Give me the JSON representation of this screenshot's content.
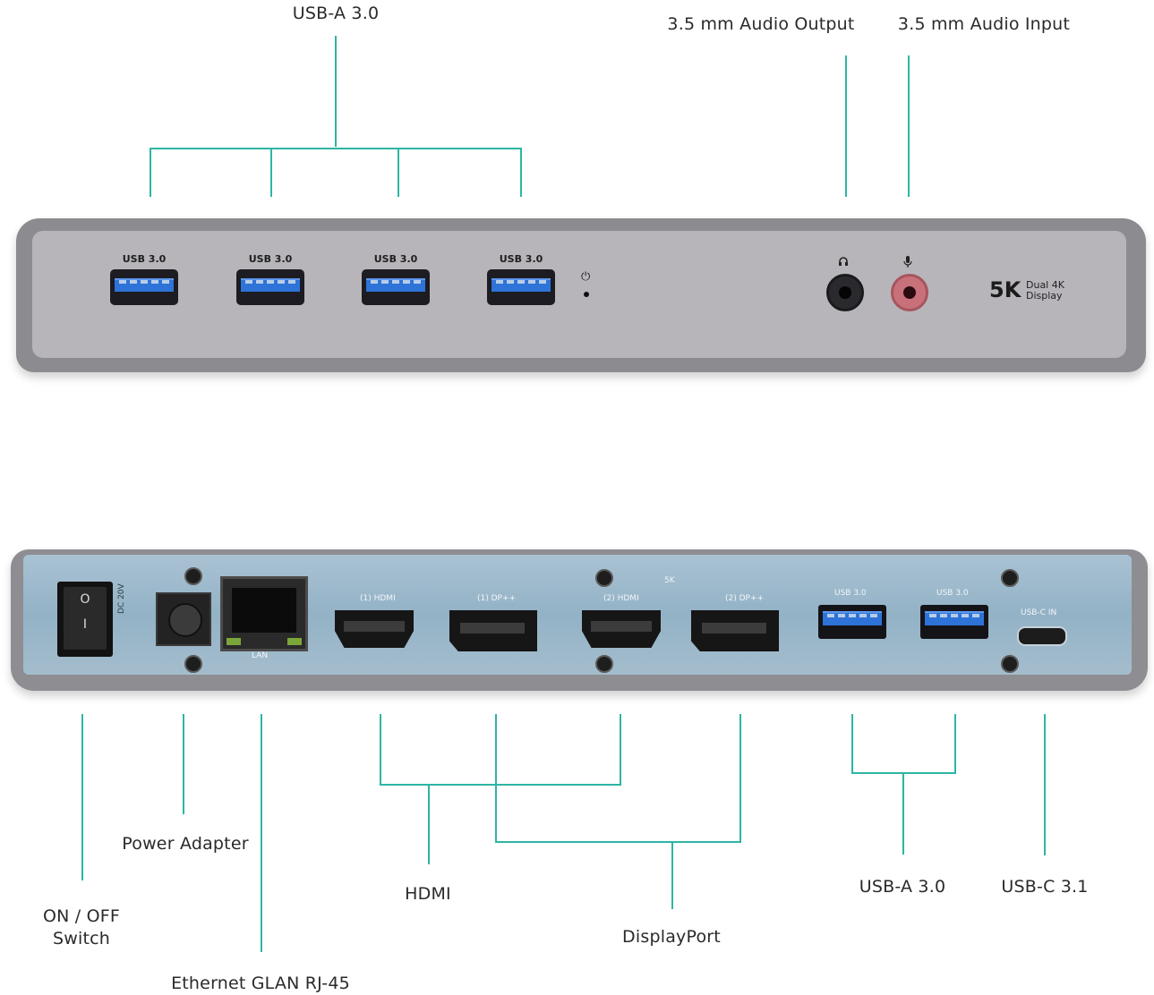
{
  "top_labels": {
    "usb_a": "USB-A 3.0",
    "audio_out": "3.5 mm Audio Output",
    "audio_in": "3.5 mm Audio Input"
  },
  "front_panel": {
    "usb_port_label": "USB 3.0",
    "power_symbol": "⏻",
    "headphone_icon": "headphone-icon",
    "mic_icon": "microphone-icon",
    "badge_big": "5K",
    "badge_small_1": "Dual 4K",
    "badge_small_2": "Display"
  },
  "rear_panel": {
    "switch_off": "O",
    "switch_on": "I",
    "dc_text": "DC 20V",
    "lan_text": "LAN",
    "hdmi1_text": "(1) HDMI",
    "dp1_text": "(1) DP++",
    "hdmi2_text": "(2) HDMI",
    "dp2_text": "(2) DP++",
    "fivek_text": "5K",
    "usb_text": "USB 3.0",
    "usbc_text": "USB-C IN"
  },
  "bottom_labels": {
    "switch_1": "ON / OFF",
    "switch_2": "Switch",
    "power": "Power Adapter",
    "ethernet": "Ethernet GLAN RJ-45",
    "hdmi": "HDMI",
    "displayport": "DisplayPort",
    "usb_a": "USB-A 3.0",
    "usb_c": "USB-C 3.1"
  },
  "colors": {
    "leader_line": "#2db5a4",
    "usb_blue": "#2e73d8",
    "mic_pink": "#c8717a",
    "rear_panel": "#9fbacb"
  }
}
